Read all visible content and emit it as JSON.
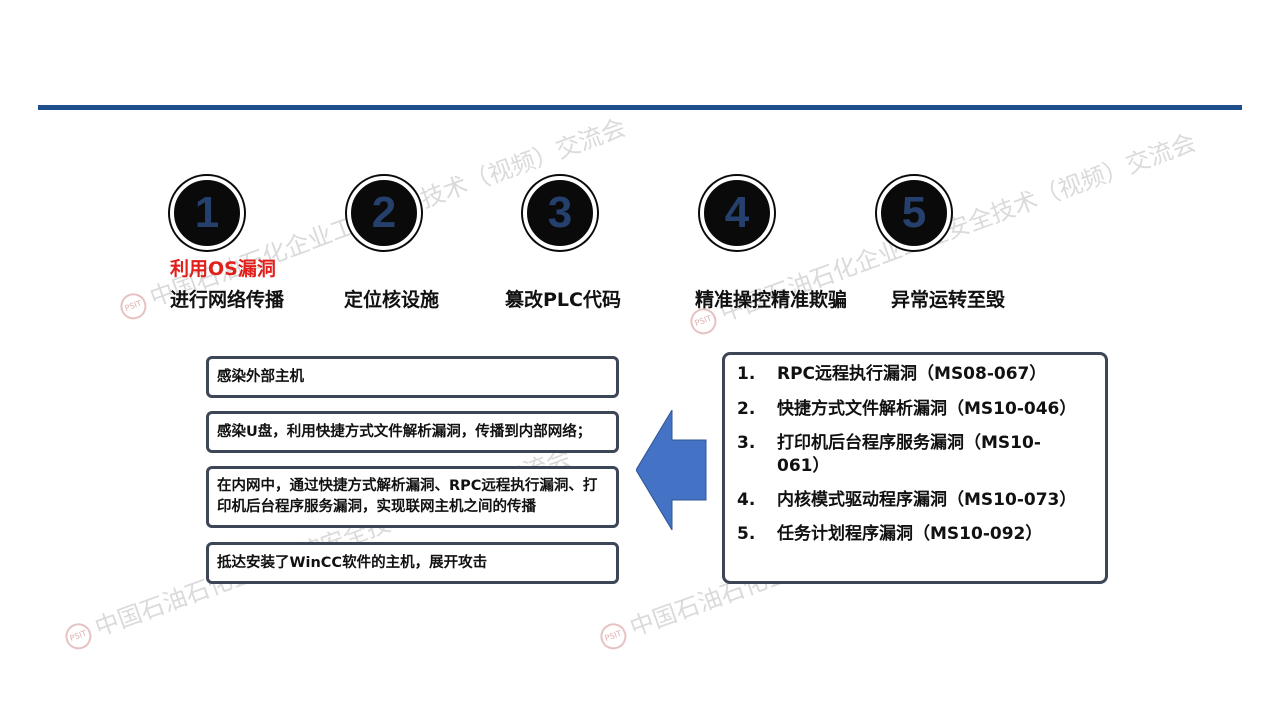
{
  "steps": [
    {
      "num": "1",
      "red": "利用OS漏洞",
      "label": "进行网络传播"
    },
    {
      "num": "2",
      "label": "定位核设施"
    },
    {
      "num": "3",
      "label": "篡改PLC代码"
    },
    {
      "num": "4",
      "label": "精准操控精准欺骗"
    },
    {
      "num": "5",
      "label": "异常运转至毁"
    }
  ],
  "left_boxes": [
    "感染外部主机",
    "感染U盘，利用快捷方式文件解析漏洞，传播到内部网络；",
    "在内网中，通过快捷方式解析漏洞、RPC远程执行漏洞、打印机后台程序服务漏洞，实现联网主机之间的传播",
    "抵达安装了WinCC软件的主机，展开攻击"
  ],
  "right_list": [
    {
      "num": "1.",
      "text": "RPC远程执行漏洞（MS08-067）"
    },
    {
      "num": "2.",
      "text": "快捷方式文件解析漏洞（MS10-046）"
    },
    {
      "num": "3.",
      "text": "打印机后台程序服务漏洞（MS10-061）"
    },
    {
      "num": "4.",
      "text": "内核模式驱动程序漏洞（MS10-073）"
    },
    {
      "num": "5.",
      "text": "任务计划程序漏洞（MS10-092）"
    }
  ],
  "watermark": {
    "text": "中国石油石化企业工控安全技术（视频）交流会",
    "logo": "PSIT"
  },
  "colors": {
    "accent_line": "#1f4e8c",
    "arrow": "#4472c4",
    "red": "#e1201c",
    "circle_num": "#26406e"
  }
}
